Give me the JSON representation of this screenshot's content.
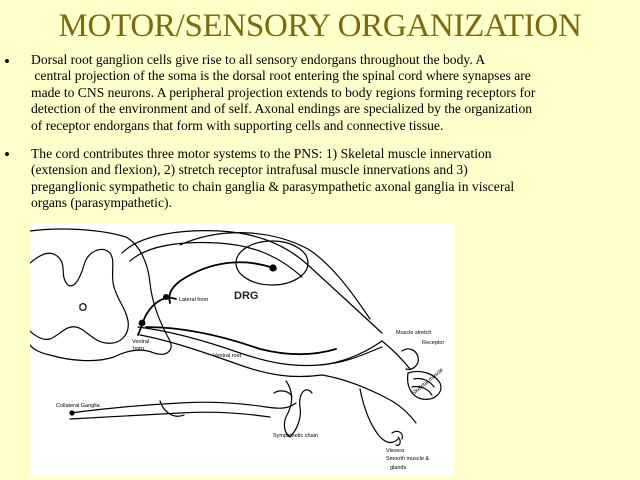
{
  "title": "MOTOR/SENSORY ORGANIZATION",
  "bullet_glyph": "•",
  "bullets": [
    {
      "lines": [
        "Dorsal root ganglion cells give rise to all sensory endorgans throughout the body.  A",
        " central projection of the soma is the dorsal root entering the spinal cord where synapses are",
        "made to CNS neurons.  A peripheral projection extends to body regions forming receptors  for",
        "detection of the environment and of self.  Axonal endings are specialized by the organization",
        "of receptor endorgans that form with supporting cells and connective tissue."
      ]
    },
    {
      "lines": [
        "The cord contributes three motor systems to the PNS: 1) Skeletal muscle innervation",
        "(extension and flexion),  2) stretch receptor intrafusal muscle innervations and 3)",
        "preganglionic sympathetic to chain ganglia & parasympathetic  axonal  ganglia in visceral",
        "organs (parasympathetic)."
      ]
    }
  ],
  "diagram_labels": {
    "drg": "DRG",
    "lateral_horn": "Lateral horn",
    "ventral_horn_1": "Ventral",
    "ventral_horn_2": "horn",
    "ventral_root": "Ventral root",
    "muscle_stretch": "Muscle stretch",
    "receptor": "Receptor",
    "skeletal_muscle": "Skeletal muscle",
    "collateral_ganglia": "Collateral Ganglia",
    "sympathetic_chain": "Sympathetic chain",
    "viscera": "Viscera",
    "smooth_muscle": "Smooth muscle &",
    "glands": "glands"
  },
  "colors": {
    "background": "#ffffcc",
    "title": "#7a6a12",
    "text": "#000000",
    "diagram_background": "#ffffff"
  }
}
